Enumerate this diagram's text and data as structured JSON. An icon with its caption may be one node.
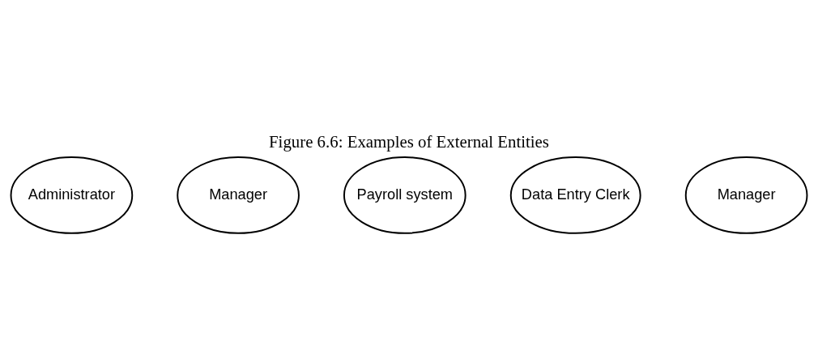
{
  "diagram": {
    "title": "Figure 6.6: Examples of External Entities",
    "nodes": [
      {
        "text": [
          "Administrator"
        ]
      },
      {
        "text": [
          "Manager"
        ]
      },
      {
        "text": [
          "Payroll system"
        ]
      },
      {
        "text": [
          "Data Entry Clerk"
        ]
      },
      {
        "text": [
          "Manager"
        ]
      }
    ]
  }
}
